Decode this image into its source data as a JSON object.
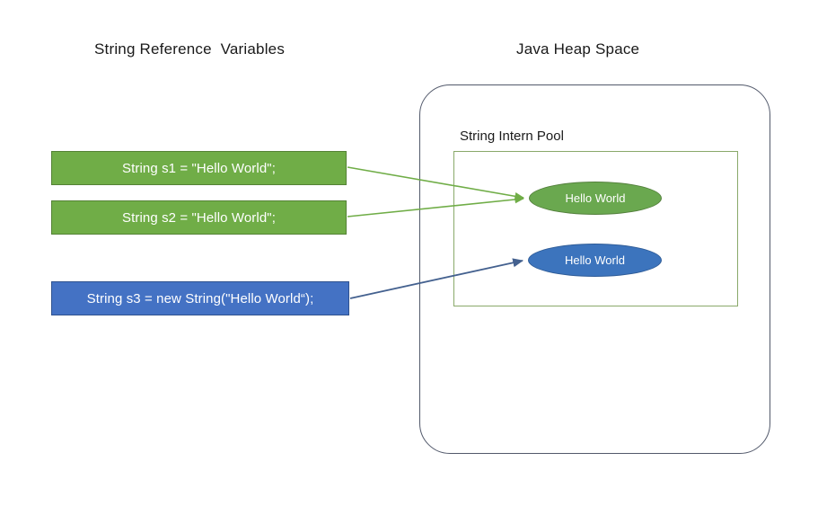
{
  "diagram": {
    "title_left": "String Reference  Variables",
    "title_right": "Java Heap Space",
    "colors": {
      "green_fill": "#70ad47",
      "green_stroke": "#548235",
      "blue_fill": "#4472c4",
      "blue_stroke": "#2f528f",
      "heap_border": "#52596b",
      "pool_border": "#8aa96a",
      "green_ellipse_fill": "#6aa84f",
      "blue_ellipse_fill": "#3c74bd",
      "background": "#ffffff",
      "text": "#1a1a1a"
    }
  },
  "references": {
    "boxes": [
      {
        "id": "s1",
        "label": "String s1 = \"Hello World\";",
        "color": "green"
      },
      {
        "id": "s2",
        "label": "String s2 = \"Hello World\";",
        "color": "green"
      },
      {
        "id": "s3",
        "label": "String s3 = new String(\"Hello World“);",
        "color": "blue"
      }
    ]
  },
  "heap": {
    "pool_label": "String Intern Pool",
    "objects": [
      {
        "id": "pool-string",
        "label": "Hello World",
        "color": "green",
        "location": "intern-pool"
      },
      {
        "id": "heap-string",
        "label": "Hello World",
        "color": "blue",
        "location": "intern-pool"
      }
    ]
  },
  "arrows": [
    {
      "id": "arrow-s1-to-pool",
      "from": "s1",
      "to": "pool-string",
      "color": "#70ad47"
    },
    {
      "id": "arrow-s2-to-pool",
      "from": "s2",
      "to": "pool-string",
      "color": "#70ad47"
    },
    {
      "id": "arrow-s3-to-heap",
      "from": "s3",
      "to": "heap-string",
      "color": "#44618f"
    }
  ]
}
